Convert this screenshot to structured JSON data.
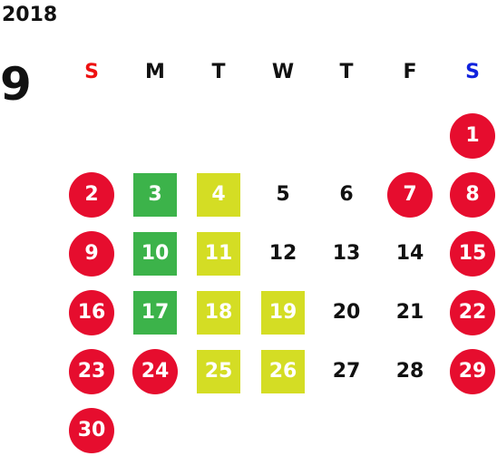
{
  "calendar": {
    "year": "2018",
    "month": "9",
    "weekdays": [
      {
        "label": "S",
        "color": "#ee1111"
      },
      {
        "label": "M",
        "color": "#111111"
      },
      {
        "label": "T",
        "color": "#111111"
      },
      {
        "label": "W",
        "color": "#111111"
      },
      {
        "label": "T",
        "color": "#111111"
      },
      {
        "label": "F",
        "color": "#111111"
      },
      {
        "label": "S",
        "color": "#1122dd"
      }
    ],
    "colors": {
      "holiday_red": "#e60d2e",
      "green": "#3cb34a",
      "lime": "#d4dd24",
      "plain_text": "#111111"
    },
    "days": [
      {
        "day": "1",
        "style": "red"
      },
      {
        "day": "2",
        "style": "red"
      },
      {
        "day": "3",
        "style": "green"
      },
      {
        "day": "4",
        "style": "lime"
      },
      {
        "day": "5",
        "style": "plain"
      },
      {
        "day": "6",
        "style": "plain"
      },
      {
        "day": "7",
        "style": "red"
      },
      {
        "day": "8",
        "style": "red"
      },
      {
        "day": "9",
        "style": "red"
      },
      {
        "day": "10",
        "style": "green"
      },
      {
        "day": "11",
        "style": "lime"
      },
      {
        "day": "12",
        "style": "plain"
      },
      {
        "day": "13",
        "style": "plain"
      },
      {
        "day": "14",
        "style": "plain"
      },
      {
        "day": "15",
        "style": "red"
      },
      {
        "day": "16",
        "style": "red"
      },
      {
        "day": "17",
        "style": "green"
      },
      {
        "day": "18",
        "style": "lime"
      },
      {
        "day": "19",
        "style": "lime"
      },
      {
        "day": "20",
        "style": "plain"
      },
      {
        "day": "21",
        "style": "plain"
      },
      {
        "day": "22",
        "style": "red"
      },
      {
        "day": "23",
        "style": "red"
      },
      {
        "day": "24",
        "style": "red"
      },
      {
        "day": "25",
        "style": "lime"
      },
      {
        "day": "26",
        "style": "lime"
      },
      {
        "day": "27",
        "style": "plain"
      },
      {
        "day": "28",
        "style": "plain"
      },
      {
        "day": "29",
        "style": "red"
      },
      {
        "day": "30",
        "style": "red"
      }
    ]
  }
}
